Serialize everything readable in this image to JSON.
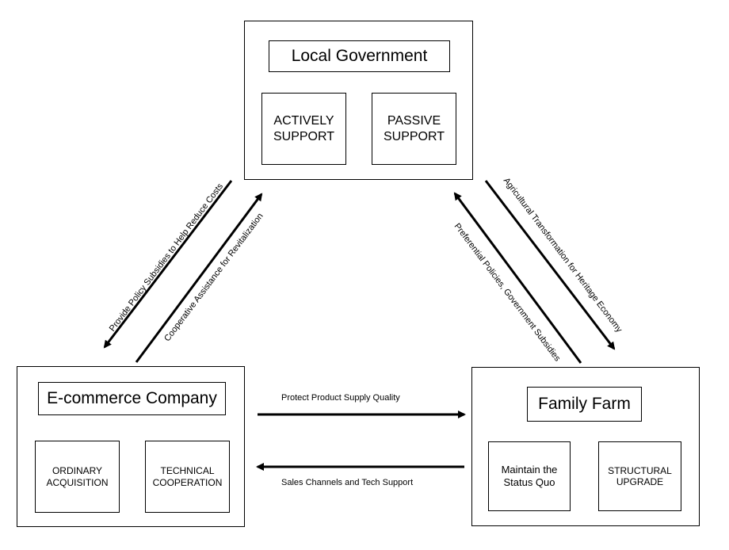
{
  "government": {
    "title": "Local Government",
    "actively_support": "ACTIVELY SUPPORT",
    "passive_support": "PASSIVE SUPPORT"
  },
  "ecommerce": {
    "title": "E-commerce Company",
    "ordinary_acquisition": "ORDINARY ACQUISITION",
    "technical_cooperation": "TECHNICAL COOPERATION"
  },
  "farm": {
    "title": "Family Farm",
    "maintain_status_quo": "Maintain the Status Quo",
    "structural_upgrade": "STRUCTURAL UPGRADE"
  },
  "arrows": {
    "gov_to_ecommerce": "Provide Policy Subsidies to Help Reduce Costs",
    "ecommerce_to_gov": "Cooperative Assistance for Revitalization",
    "farm_to_gov": "Preferential Policies, Government Subsidies",
    "gov_to_farm": "Agricultural Transformation for Heritage Economy",
    "ecommerce_to_farm": "Protect Product Supply Quality",
    "farm_to_ecommerce": "Sales Channels and Tech Support"
  }
}
